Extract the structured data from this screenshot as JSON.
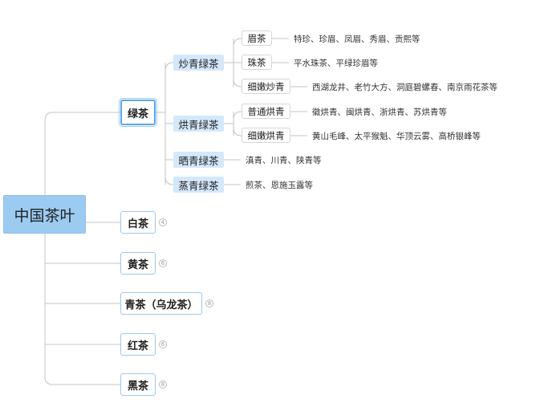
{
  "root": {
    "label": "中国茶叶"
  },
  "categories": [
    {
      "label": "绿茶",
      "count": ""
    },
    {
      "label": "白茶",
      "count": "4"
    },
    {
      "label": "黄茶",
      "count": "6"
    },
    {
      "label": "青茶（乌龙茶）",
      "count": "8"
    },
    {
      "label": "红茶",
      "count": "6"
    },
    {
      "label": "黑茶",
      "count": "8"
    }
  ],
  "green_tea": {
    "subtypes": [
      {
        "label": "炒青绿茶"
      },
      {
        "label": "烘青绿茶"
      },
      {
        "label": "晒青绿茶",
        "detail": "滇青、川青、陕青等"
      },
      {
        "label": "蒸青绿茶",
        "detail": "煎茶、恩施玉露等"
      }
    ],
    "chao_qing": [
      {
        "label": "眉茶",
        "detail": "特珍、珍眉、凤眉、秀眉、贡熙等"
      },
      {
        "label": "珠茶",
        "detail": "平水珠茶、平绿珍眉等"
      },
      {
        "label": "细嫩炒青",
        "detail": "西湖龙井、老竹大方、洞庭碧螺春、南京雨花茶等"
      }
    ],
    "hong_qing": [
      {
        "label": "普通烘青",
        "detail": "徽烘青、闽烘青、浙烘青、苏烘青等"
      },
      {
        "label": "细嫩烘青",
        "detail": "黄山毛峰、太平猴魁、华顶云雾、高桥银峰等"
      }
    ]
  },
  "colors": {
    "root_fill": "#9ccbf2",
    "subtype_fill": "#d4e8fb",
    "category_border": "#9ec9ee",
    "connector": "#c4c4c4"
  }
}
